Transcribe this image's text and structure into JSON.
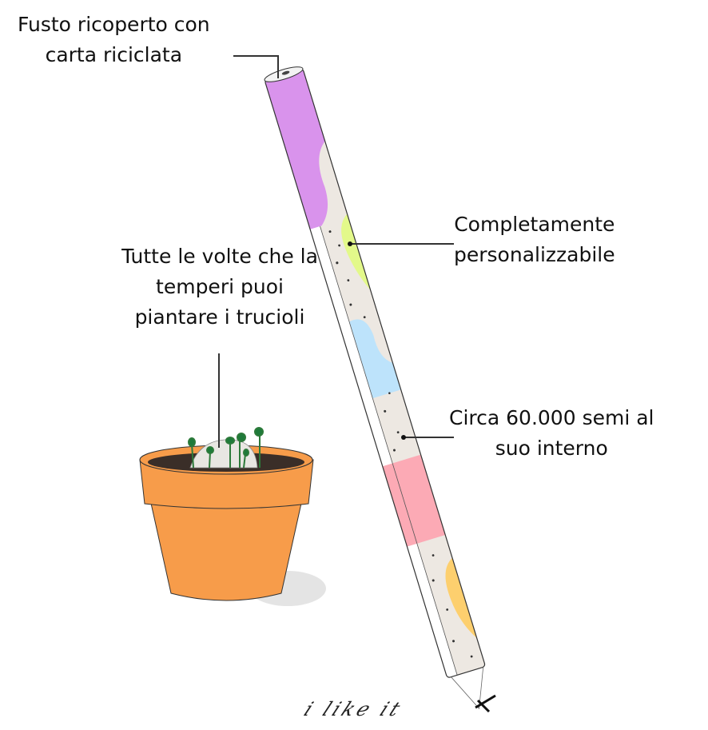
{
  "labels": {
    "stem": [
      "Fusto ricoperto con",
      "carta riciclata"
    ],
    "custom": [
      "Completamente",
      "personalizzabile"
    ],
    "sharpen": [
      "Tutte le volte che la",
      "temperi puoi",
      "piantare i trucioli"
    ],
    "seeds": [
      "Circa 60.000 semi al",
      "suo interno"
    ]
  },
  "handwriting": "i like it",
  "colors": {
    "purple": "#d993ec",
    "green": "#e3f98a",
    "blue": "#bde3fb",
    "pink": "#fcaab5",
    "yellow": "#fdcf6e",
    "core": "#ede8e2",
    "pot": "#f79c4a",
    "soil": "#3a2e28"
  }
}
